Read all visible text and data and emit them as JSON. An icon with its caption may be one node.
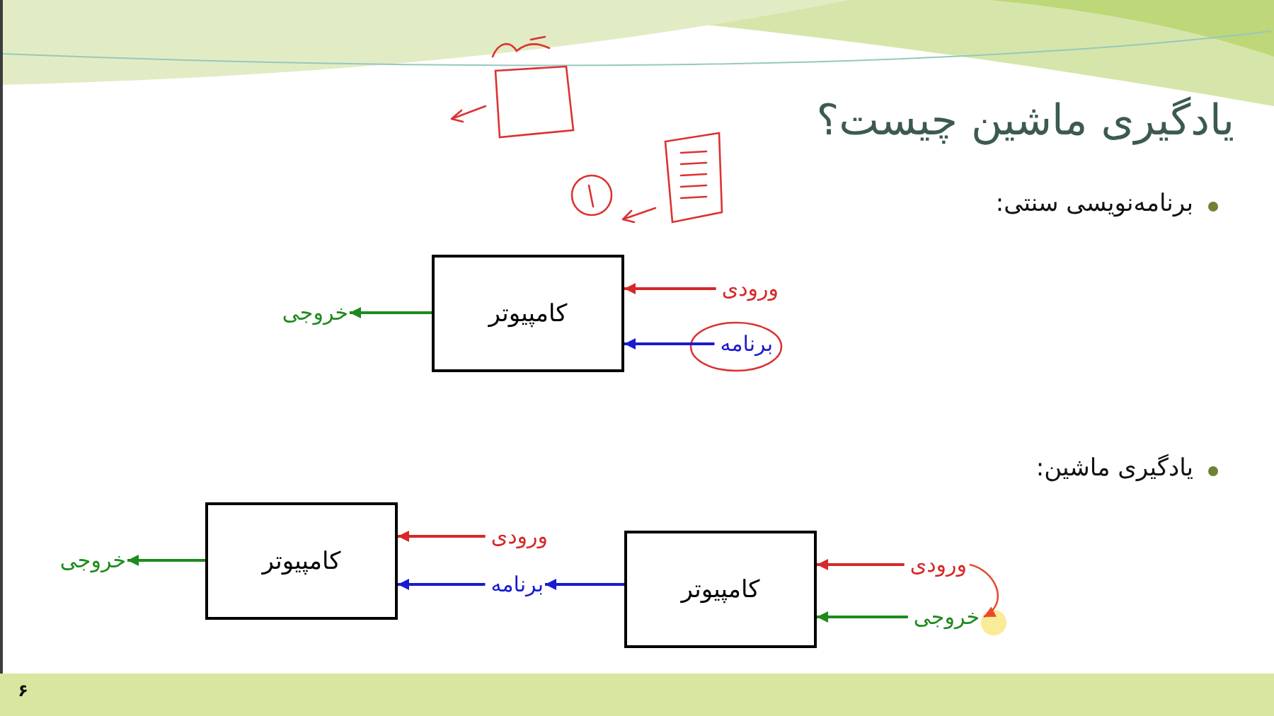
{
  "diagram": {
    "title": "یادگیری ماشین چیست؟",
    "nodes": [
      {
        "text": [
          "کامپیوتر"
        ]
      },
      {
        "text": [
          "ورودی"
        ]
      },
      {
        "text": [
          "برنامه"
        ]
      },
      {
        "text": [
          "خروجی"
        ]
      },
      {
        "text": [
          "کامپیوتر"
        ]
      },
      {
        "text": [
          "ورودی"
        ]
      },
      {
        "text": [
          "برنامه"
        ]
      },
      {
        "text": [
          "خروجی"
        ]
      },
      {
        "text": [
          "کامپیوتر"
        ]
      },
      {
        "text": [
          "ورودی"
        ]
      },
      {
        "text": [
          "خروجی"
        ]
      }
    ],
    "edges": [
      {
        "from": 1,
        "to": 0,
        "arrow": "to",
        "color": "#d62828"
      },
      {
        "from": 2,
        "to": 0,
        "arrow": "to",
        "color": "#1a1ad0"
      },
      {
        "from": 0,
        "to": 3,
        "arrow": "to",
        "color": "#1e8a1e"
      },
      {
        "from": 5,
        "to": 4,
        "arrow": "to",
        "color": "#d62828"
      },
      {
        "from": 6,
        "to": 4,
        "arrow": "to",
        "color": "#1a1ad0"
      },
      {
        "from": 4,
        "to": 7,
        "arrow": "to",
        "color": "#1e8a1e"
      },
      {
        "from": 8,
        "to": 6,
        "arrow": "to",
        "color": "#1a1ad0"
      },
      {
        "from": 9,
        "to": 8,
        "arrow": "to",
        "color": "#d62828"
      },
      {
        "from": 10,
        "to": 8,
        "arrow": "to",
        "color": "#1e8a1e"
      },
      {
        "from": 9,
        "to": 10,
        "arrow": "to",
        "color": "#e84a2a"
      }
    ],
    "labels": [
      "برنامه‌نویسی سنتی:",
      "یادگیری ماشین:",
      "۶"
    ]
  }
}
